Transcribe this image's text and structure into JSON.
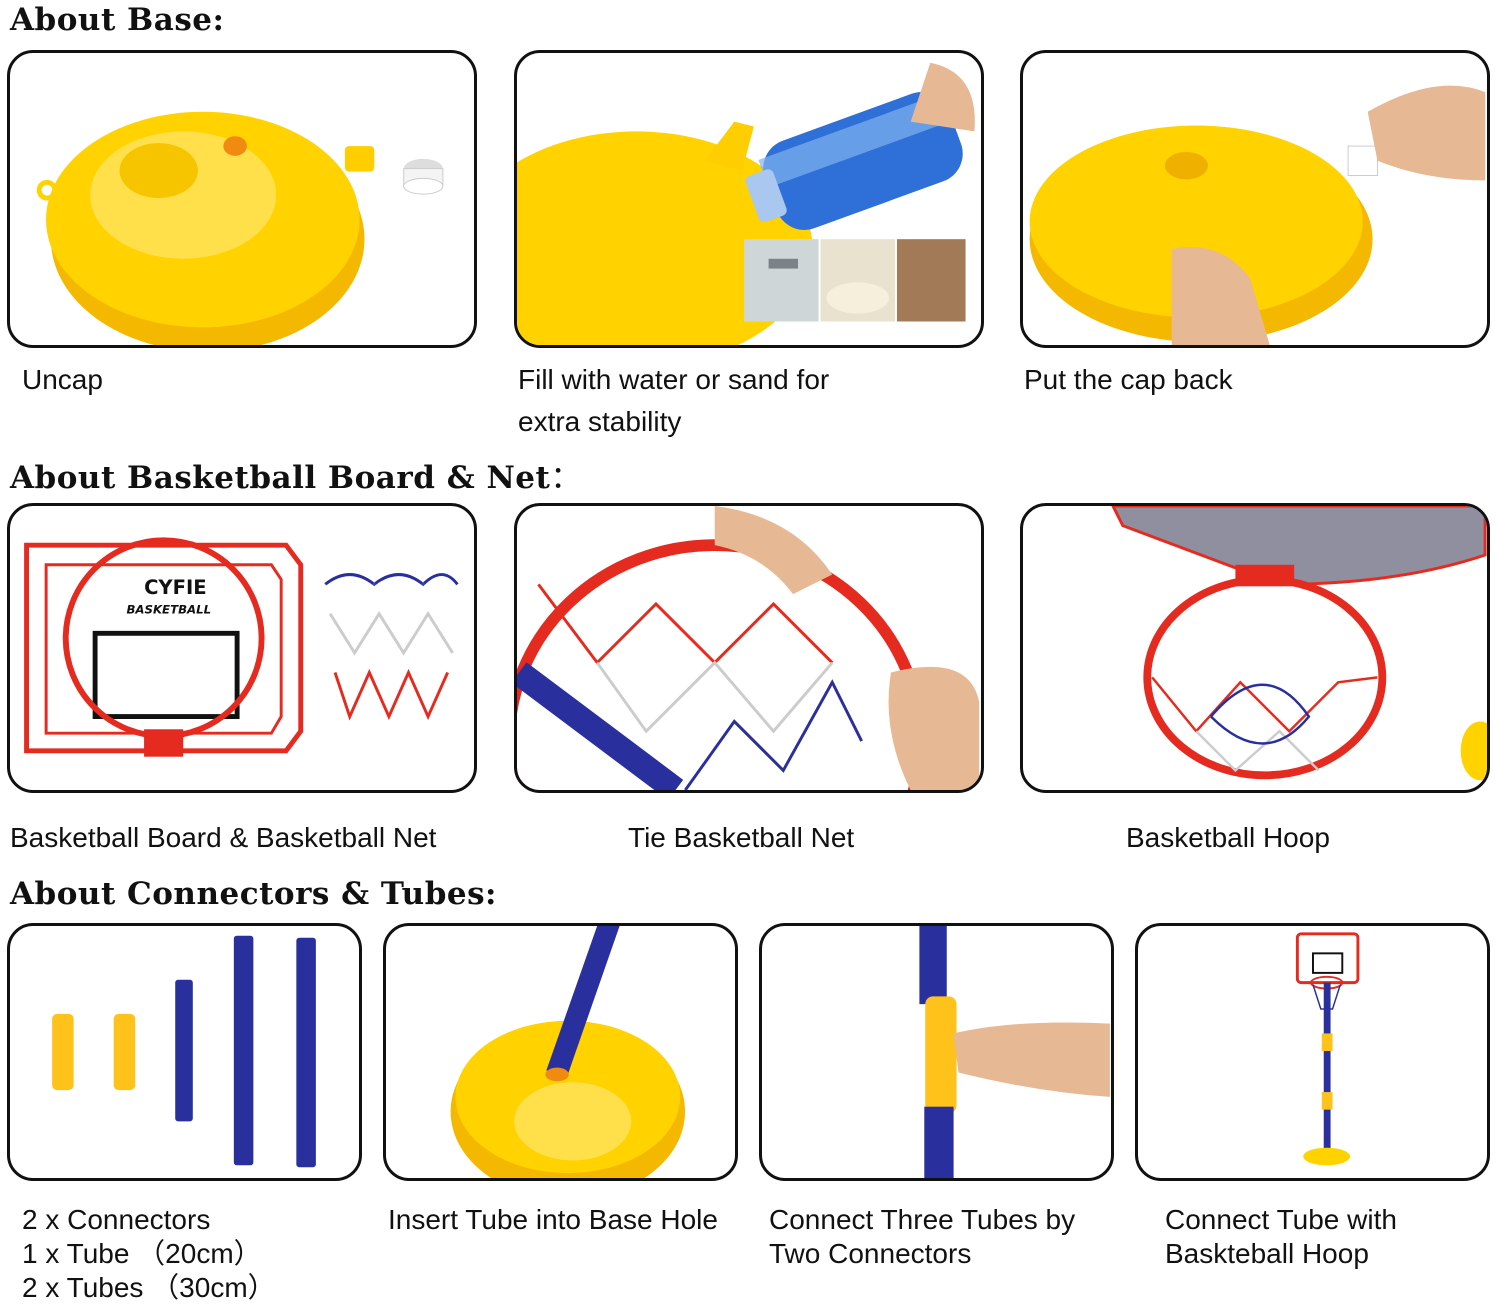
{
  "colors": {
    "base_yellow": "#FFD200",
    "hoop_red": "#E52B1F",
    "tube_blue": "#2A2F9E",
    "connector_yellow": "#FFC21A",
    "water_blue": "#2F6FD8",
    "skin": "#E7B894",
    "border": "#111111"
  },
  "sections": {
    "base": {
      "heading": "About Base:",
      "items": [
        {
          "caption": "Uncap",
          "image": "yellow-base-with-cap"
        },
        {
          "caption_lines": [
            "Fill with water or sand for",
            "extra stability"
          ],
          "image": "pour-water-bottle"
        },
        {
          "caption": "Put the cap back",
          "image": "hand-screwing-cap"
        }
      ]
    },
    "board": {
      "heading": "About Basketball Board & Net",
      "heading_colon": "：",
      "items": [
        {
          "caption": "Basketball Board & Basketball Net",
          "image": "board-and-net",
          "logo_text": "CYFIE",
          "logo_subtext": "BASKETBALL"
        },
        {
          "caption": "Tie Basketball Net",
          "image": "hands-tying-net"
        },
        {
          "caption": "Basketball Hoop",
          "image": "assembled-hoop"
        }
      ]
    },
    "connectors": {
      "heading": "About Connectors & Tubes:",
      "items": [
        {
          "caption_lines": [
            "2 x Connectors",
            "1 x Tube  （20cm）",
            "2 x Tubes  （30cm）"
          ],
          "image": "connectors-and-tubes"
        },
        {
          "caption": "Insert Tube into Base Hole",
          "image": "tube-into-base"
        },
        {
          "caption_lines": [
            "Connect Three Tubes by",
            "Two Connectors"
          ],
          "image": "hand-connecting-tubes"
        },
        {
          "caption_lines": [
            "Connect Tube with",
            "Baskteball Hoop"
          ],
          "image": "full-stand"
        }
      ]
    }
  }
}
